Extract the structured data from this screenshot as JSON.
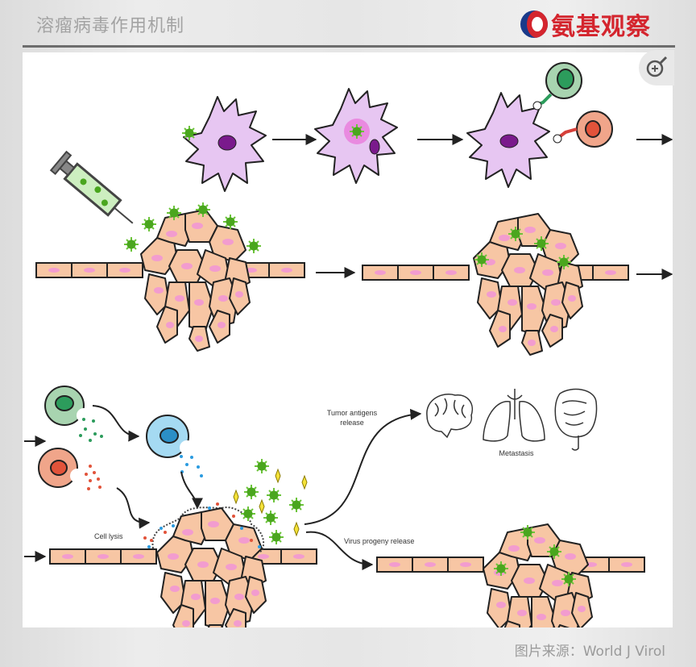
{
  "header": {
    "title": "溶瘤病毒作用机制",
    "logo_text": "氨基观察"
  },
  "diagram": {
    "labels": {
      "tumor_antigens_line1": "Tumor antigens",
      "tumor_antigens_line2": "release",
      "metastasis": "Metastasis",
      "cell_lysis": "Cell lysis",
      "virus_progeny": "Virus progeny release"
    },
    "colors": {
      "vessel": "#f7c6a4",
      "nucleus": "#f29ccf",
      "virus": "#5cb82e",
      "dendritic": "#e7c6f2",
      "t_green": "#a8d4b0",
      "t_red": "#f0a58a",
      "t_blue": "#a5daf2"
    }
  },
  "footer": {
    "source": "图片来源：World J Virol"
  },
  "controls": {
    "zoom_icon": "zoom-in-icon"
  }
}
